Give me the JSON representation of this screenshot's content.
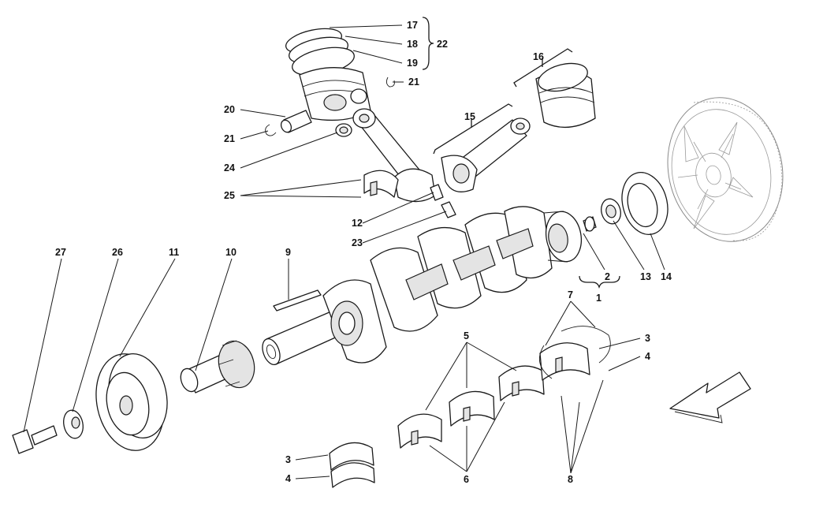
{
  "callouts": {
    "c1": "1",
    "c2": "2",
    "c3a": "3",
    "c3b": "3",
    "c4a": "4",
    "c4b": "4",
    "c5": "5",
    "c6": "6",
    "c7": "7",
    "c8": "8",
    "c9": "9",
    "c10": "10",
    "c11": "11",
    "c12": "12",
    "c13": "13",
    "c14": "14",
    "c15": "15",
    "c16": "16",
    "c17": "17",
    "c18": "18",
    "c19": "19",
    "c20": "20",
    "c21a": "21",
    "c21b": "21",
    "c22": "22",
    "c23": "23",
    "c24": "24",
    "c25": "25",
    "c26": "26",
    "c27": "27"
  },
  "icons": {
    "direction_arrow": "front-direction-arrow-icon"
  },
  "colors": {
    "line": "#1a1a1a",
    "ghost_line": "#8a8a8a",
    "background": "#ffffff"
  }
}
